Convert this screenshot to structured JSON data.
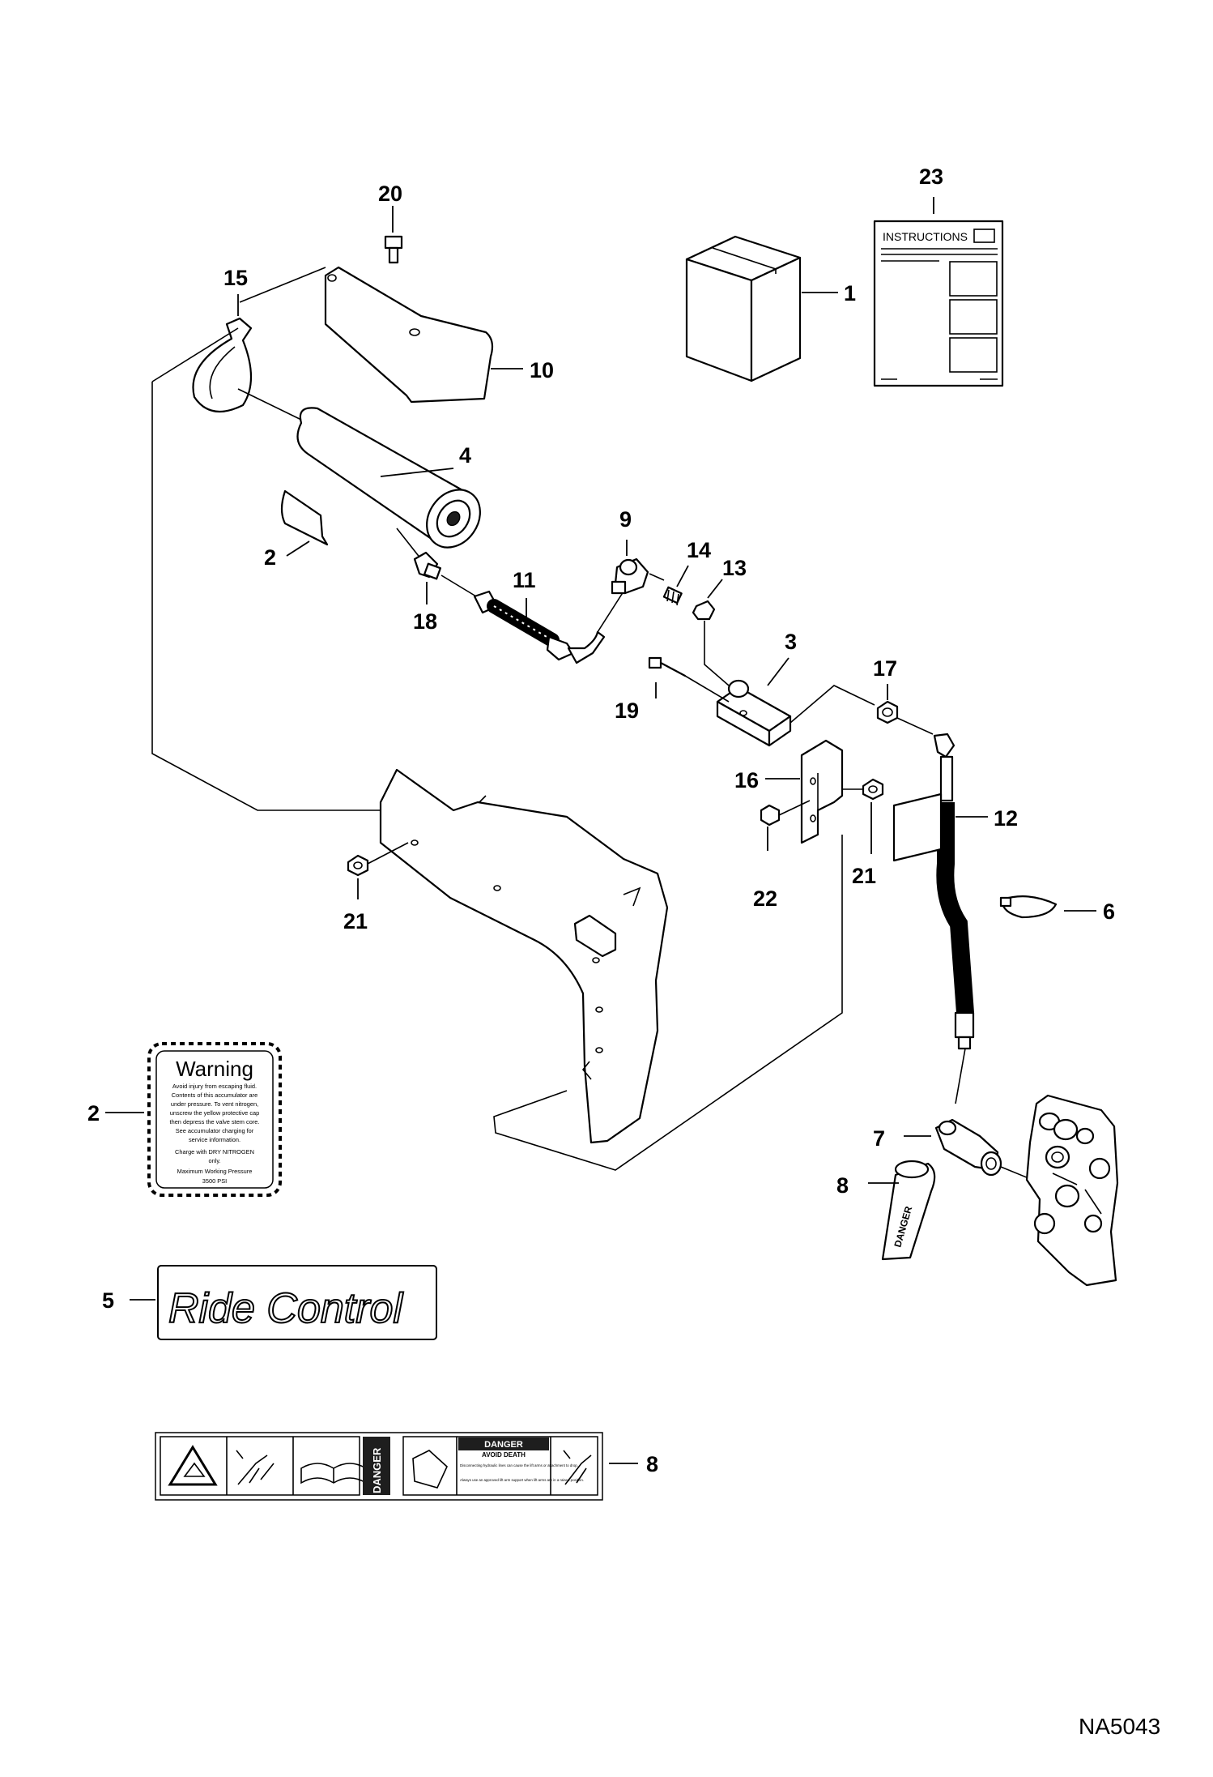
{
  "figure_code": "NA5043",
  "callouts": {
    "c1": "1",
    "c2a": "2",
    "c2b": "2",
    "c3": "3",
    "c4": "4",
    "c5": "5",
    "c6": "6",
    "c7": "7",
    "c8a": "8",
    "c8b": "8",
    "c9": "9",
    "c10": "10",
    "c11": "11",
    "c12": "12",
    "c13": "13",
    "c14": "14",
    "c15": "15",
    "c16": "16",
    "c17": "17",
    "c18": "18",
    "c19": "19",
    "c20": "20",
    "c21a": "21",
    "c21b": "21",
    "c22": "22",
    "c23": "23"
  },
  "instruction_sheet": {
    "title": "INSTRUCTIONS"
  },
  "warning_decal": {
    "title": "Warning",
    "lines": [
      "Avoid injury from escaping fluid.",
      "Contents of this accumulator are",
      "under pressure. To vent nitrogen,",
      "unscrew the yellow protective cap",
      "then depress the valve stem core.",
      "See accumulator charging for",
      "service information."
    ],
    "charge_line_1": "Charge with DRY NITROGEN",
    "charge_line_2": "only.",
    "pressure_label": "Maximum Working Pressure",
    "pressure_value": "3500 PSI"
  },
  "ride_control_decal": {
    "text": "Ride Control"
  },
  "danger_decal": {
    "side_label": "DANGER",
    "title": "DANGER",
    "subtitle": "AVOID DEATH",
    "bullet_1": "Disconnecting hydraulic lines can cause the lift arms or attachment to drop.",
    "bullet_2": "Always use an approved lift arm support when lift arms are in a raised position."
  },
  "hose_tag_text": "DANGER"
}
